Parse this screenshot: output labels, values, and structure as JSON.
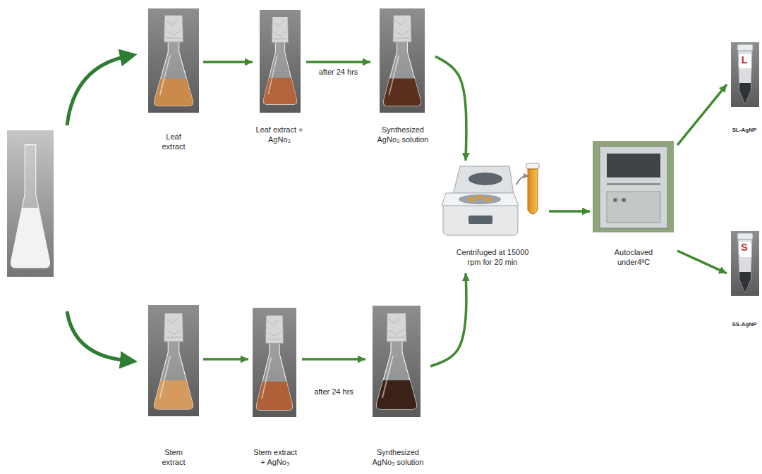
{
  "diagram": {
    "nodes": [
      {
        "text": [
          "Leaf extract"
        ]
      },
      {
        "text": [
          "Leaf extract + AgNo₃"
        ]
      },
      {
        "text": [
          "Synthesized AgNo₃ solution"
        ]
      },
      {
        "text": [
          "Stem extract"
        ]
      },
      {
        "text": [
          "Stem extract + AgNo₃"
        ]
      },
      {
        "text": [
          "Synthesized AgNo₃ solution"
        ]
      },
      {
        "text": [
          "Centrifuged at 15000 rpm for 20 min"
        ]
      },
      {
        "text": [
          "Autoclaved under4ºC"
        ]
      },
      {
        "text": [
          "L",
          "SL-AgNP"
        ]
      },
      {
        "text": [
          "S",
          "SS-AgNP"
        ]
      }
    ],
    "edges": [
      {
        "from": 0,
        "to": 1,
        "arrow": "to"
      },
      {
        "from": 1,
        "to": 2,
        "label": "after 24 hrs",
        "arrow": "to"
      },
      {
        "from": 3,
        "to": 4,
        "arrow": "to"
      },
      {
        "from": 4,
        "to": 5,
        "label": "after 24 hrs",
        "arrow": "to"
      },
      {
        "from": 2,
        "to": 6,
        "arrow": "to"
      },
      {
        "from": 5,
        "to": 6,
        "arrow": "to"
      },
      {
        "from": 6,
        "to": 7,
        "arrow": "to"
      },
      {
        "from": 7,
        "to": 8,
        "arrow": "to"
      },
      {
        "from": 7,
        "to": 9,
        "arrow": "to"
      }
    ]
  }
}
